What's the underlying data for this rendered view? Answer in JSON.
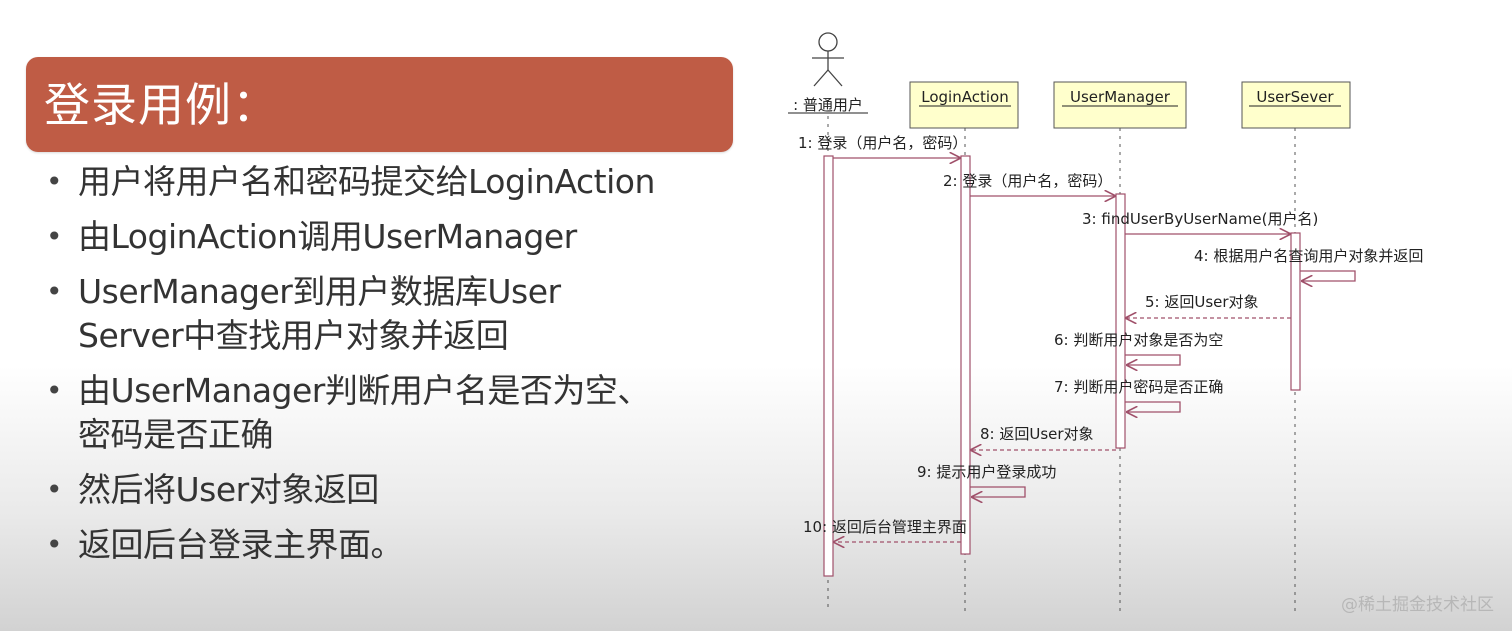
{
  "slide": {
    "title": "登录用例：",
    "bullets": [
      "用户将用户名和密码提交给LoginAction",
      "由LoginAction调用UserManager",
      "UserManager到用户数据库User\nServer中查找用户对象并返回",
      "由UserManager判断用户名是否为空、\n密码是否正确",
      "然后将User对象返回",
      "返回后台登录主界面。"
    ],
    "bullet_glyph": "•"
  },
  "diagram": {
    "actor_label": ": 普通用户",
    "objects": [
      "LoginAction",
      "UserManager",
      "UserSever"
    ],
    "messages": [
      "1: 登录（用户名，密码）",
      "2: 登录（用户名，密码）",
      "3: findUserByUserName(用户名)",
      "4: 根据用户名查询用户对象并返回",
      "5: 返回User对象",
      "6: 判断用户对象是否为空",
      "7: 判断用户密码是否正确",
      "8: 返回User对象",
      "9: 提示用户登录成功",
      "10: 返回后台管理主界面"
    ]
  },
  "colors": {
    "title_bg": "#bf5c45",
    "object_box_fill": "#ffffcc",
    "message_line": "#a0506a",
    "lifeline": "#555555"
  },
  "watermark": "@稀土掘金技术社区"
}
